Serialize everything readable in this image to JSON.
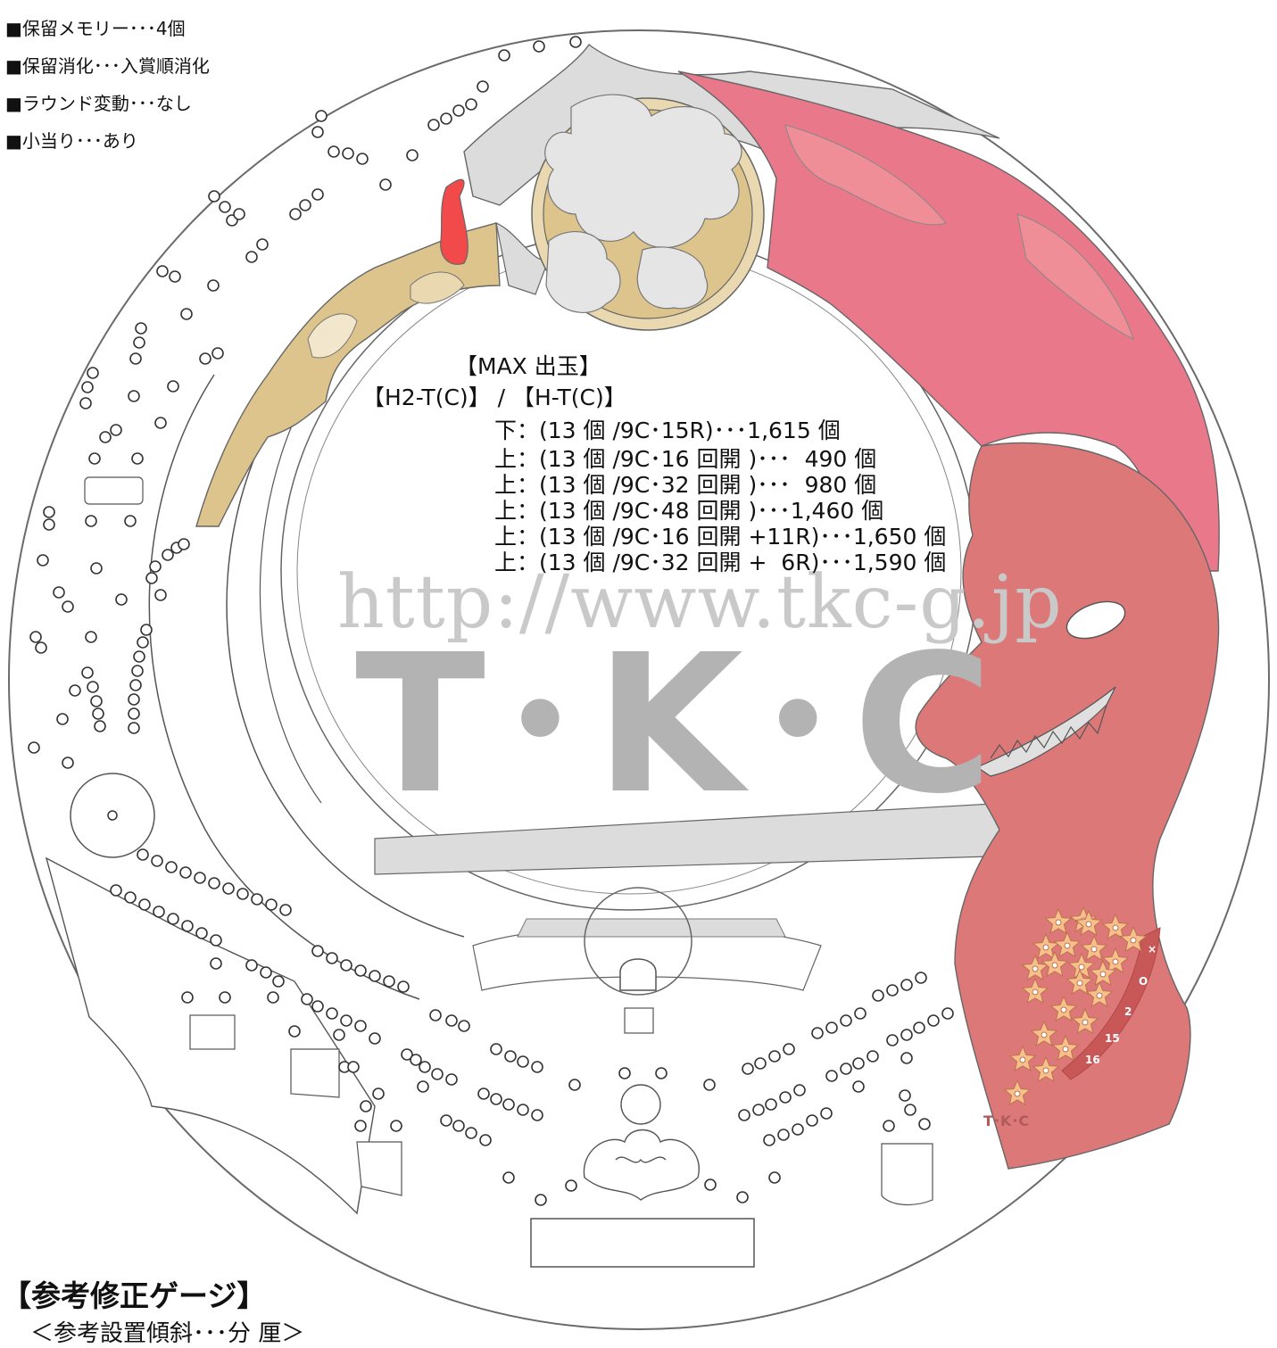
{
  "specs": [
    "■保留メモリー･･･4個",
    "■保留消化･･･入賞順消化",
    "■ラウンド変動･･･なし",
    "■小当り･･･あり"
  ],
  "max": {
    "title": "【MAX 出玉】",
    "types": "【H2-T(C)】 / 【H-T(C)】",
    "rows": [
      "下：(13 個 /9C･15R)･･･1,615 個",
      "上：(13 個 /9C･16 回開 )･･･  490 個",
      "上：(13 個 /9C･32 回開 )･･･  980 個",
      "上：(13 個 /9C･48 回開 )･･･1,460 個",
      "上：(13 個 /9C･16 回開 +11R)･･･1,650 個",
      "上：(13 個 /9C･32 回開 +  6R)･･･1,590 個"
    ]
  },
  "watermark": {
    "url": "http://www.tkc-g.jp",
    "brand": "T･K･C",
    "small_brand": "T･K･C"
  },
  "reel": {
    "labels": [
      "×",
      "O",
      "2",
      "15",
      "16"
    ]
  },
  "footer": {
    "title": "【参考修正ゲージ】",
    "subtitle": "＜参考設置傾斜･･･分 厘＞"
  },
  "colors": {
    "outline": "#555555",
    "dragon_red": "#e8788a",
    "dragon_dark": "#dc7878",
    "gold": "#dcc48c",
    "gold_light": "#ead9b0",
    "grey_fill": "#dcdcdc",
    "star": "#f6c08a",
    "watermark": "#b3b3b3"
  }
}
